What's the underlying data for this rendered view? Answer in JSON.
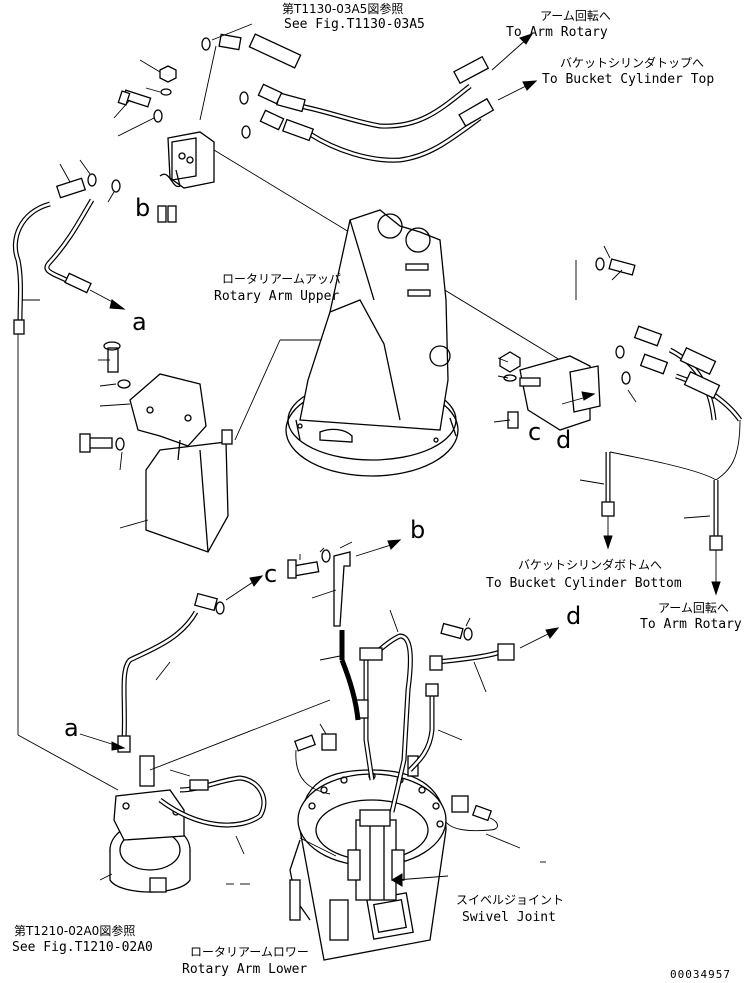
{
  "refs": {
    "t1130_jp": "第T1130-03A5図参照",
    "t1130_en": "See Fig.T1130-03A5",
    "t1210_jp": "第T1210-02A0図参照",
    "t1210_en": "See Fig.T1210-02A0"
  },
  "destinations": {
    "arm_rotary_top_jp": "アーム回転へ",
    "arm_rotary_top_en": "To Arm Rotary",
    "bucket_top_jp": "バケットシリンダトップへ",
    "bucket_top_en": "To Bucket Cylinder Top",
    "bucket_bottom_jp": "バケットシリンダボトムへ",
    "bucket_bottom_en": "To Bucket Cylinder Bottom",
    "arm_rotary_right_jp": "アーム回転へ",
    "arm_rotary_right_en": "To Arm Rotary"
  },
  "components": {
    "rotary_arm_upper_jp": "ロータリアームアッパ",
    "rotary_arm_upper_en": "Rotary Arm Upper",
    "swivel_joint_jp": "スイベルジョイント",
    "swivel_joint_en": "Swivel Joint",
    "rotary_arm_lower_jp": "ロータリアームロワー",
    "rotary_arm_lower_en": "Rotary Arm Lower"
  },
  "connection_letters": {
    "a_top": "a",
    "a_left": "a",
    "b_top": "b",
    "b_mid": "b",
    "c_right": "c",
    "c_mid": "c",
    "d_right": "d",
    "d_mid": "d"
  },
  "serial": "00034957"
}
